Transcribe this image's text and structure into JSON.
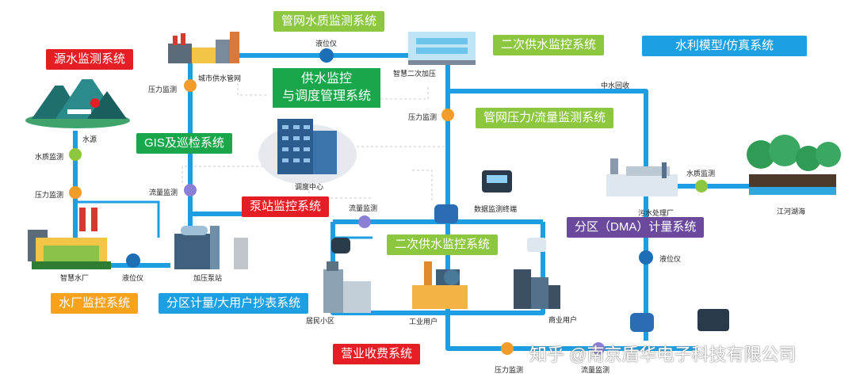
{
  "systems": {
    "water_source": "源水监测系统",
    "pipe_quality": "管网水质监测系统",
    "secondary_top": "二次供水监控系统",
    "hydraulic_model": "水利模型/仿真系统",
    "dispatch": "供水监控\n与调度管理系统",
    "pipe_pressure_flow": "管网压力/流量监测系统",
    "gis": "GIS及巡检系统",
    "pump_station": "泵站监控系统",
    "secondary_center": "二次供水监控系统",
    "dma": "分区（DMA）计量系统",
    "plant": "水厂监控系统",
    "district_meter": "分区计量/大用户抄表系统",
    "billing": "营业收费系统"
  },
  "labels": {
    "city_pipe": "城市供水管网",
    "level_top": "液位仪",
    "smart_pressure": "智慧二次加压",
    "pressure_1": "压力监测",
    "water_source": "水源",
    "water_quality_1": "水质监测",
    "pressure_2": "压力监测",
    "dispatch_center": "调度中心",
    "reclaimed": "中水回收",
    "pressure_3": "压力监测",
    "flow_1": "流量监测",
    "flow_2": "流量监测",
    "data_terminal": "数据监测终端",
    "sewage_plant": "污水处理厂",
    "water_quality_2": "水质监测",
    "river_lake": "江河湖海",
    "smart_plant": "智慧水厂",
    "level_bottom_left": "液位仪",
    "booster": "加压泵站",
    "residential": "居民小区",
    "industrial": "工业用户",
    "commercial": "商业用户",
    "level_right": "液位仪",
    "pressure_bottom": "压力监测",
    "flow_bottom": "流量监测"
  },
  "watermark": "知乎 @南京盾华电子科技有限公司",
  "colors": {
    "pipe": "#1d9ee3",
    "red": "#e51e25",
    "green": "#1aa64a",
    "light_green": "#8dc63f",
    "orange": "#f7a21b",
    "blue": "#1da0e3",
    "purple": "#6b4a9e"
  }
}
